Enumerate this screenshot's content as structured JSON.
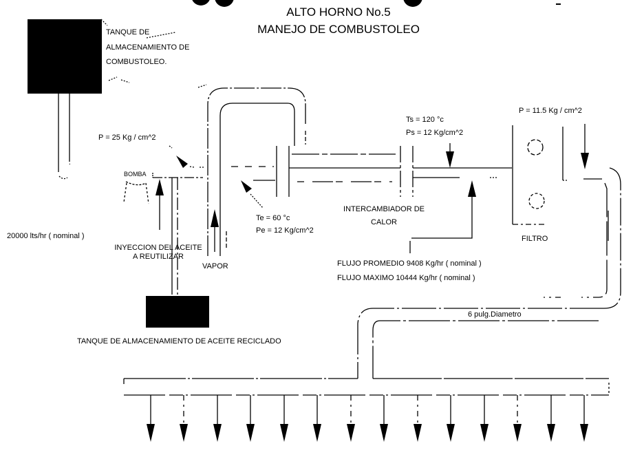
{
  "title": {
    "line1": "ALTO HORNO No.5",
    "line2": "MANEJO DE COMBUSTOLEO"
  },
  "colors": {
    "ink": "#000000",
    "background": "#ffffff"
  },
  "components": {
    "fuel_tank": {
      "label_line1": "TANQUE DE",
      "label_line2": "ALMACENAMIENTO DE",
      "label_line3": "COMBUSTOLEO."
    },
    "pump": {
      "label": "BOMBA",
      "pressure": "P = 25 Kg / cm^2"
    },
    "flow_rate": "20000 lts/hr ( nominal )",
    "injection": {
      "label_line1": "INYECCION DEL ACEITE",
      "label_line2": "A REUTILIZAR"
    },
    "steam": {
      "label": "VAPOR"
    },
    "recycled_tank": {
      "label": "TANQUE DE ALMACENAMIENTO DE ACEITE RECICLADO"
    },
    "heat_exchanger": {
      "label_line1": "INTERCAMBIADOR DE",
      "label_line2": "CALOR",
      "inlet_temp": "Te = 60 °c",
      "inlet_pressure": "Pe = 12 Kg/cm^2",
      "outlet_temp": "Ts = 120 °c",
      "outlet_pressure": "Ps = 12 Kg/cm^2"
    },
    "filter": {
      "label": "FILTRO",
      "pressure": "P = 11.5 Kg / cm^2"
    },
    "flow_info": {
      "average": "FLUJO PROMEDIO  9408 Kg/hr ( nominal )",
      "maximum": "FLUJO MAXIMO 10444 Kg/hr ( nominal )"
    },
    "main_pipe": {
      "label": "6 pulg.Diametro"
    },
    "outlets": {
      "count": 14
    }
  }
}
